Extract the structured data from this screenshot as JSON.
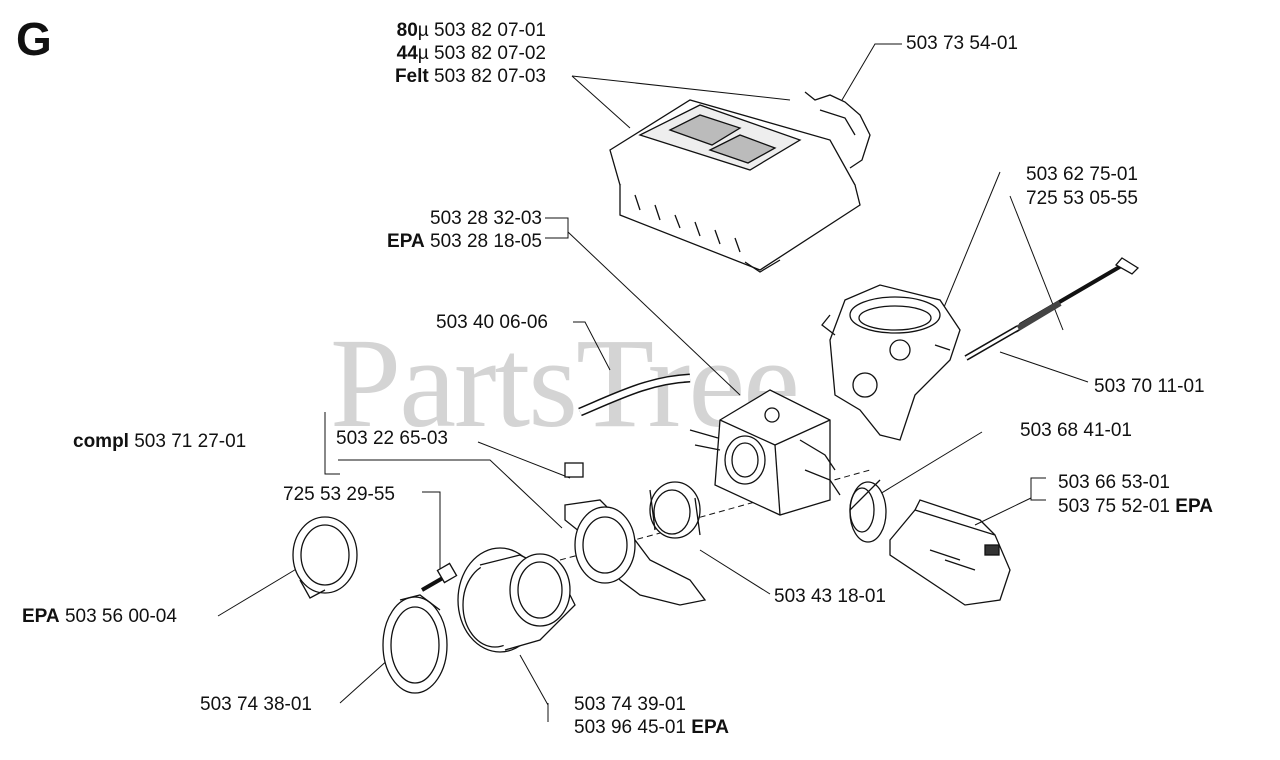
{
  "section": "G",
  "watermark": "PartsTree",
  "labels": {
    "filter_80": {
      "prefix": "80",
      "unit": "µ",
      "number": "503 82 07-01"
    },
    "filter_44": {
      "prefix": "44",
      "unit": "µ",
      "number": "503 82 07-02"
    },
    "filter_felt": {
      "prefix": "Felt",
      "number": "503 82 07-03"
    },
    "cover_spring": "503 73 54-01",
    "manifold": "503 62 75-01",
    "manifold_screw": "725 53 05-55",
    "carb_a": "503 28 32-03",
    "carb_epa": {
      "prefix": "EPA",
      "number": "503 28 18-05"
    },
    "fuel_hose": "503 40 06-06",
    "spacer_tube": "503 70 11-01",
    "gasket": "503 68 41-01",
    "clamp_compl": {
      "prefix": "compl",
      "number": "503 71 27-01"
    },
    "grommet": "503 22 65-03",
    "bracket_a": "503 66 53-01",
    "bracket_epa": {
      "number": "503 75 52-01",
      "suffix": "EPA"
    },
    "screw": "725 53 29-55",
    "clamp_epa": {
      "prefix": "EPA",
      "number": "503 56 00-04"
    },
    "ring": "503 43 18-01",
    "flange": "503 74 38-01",
    "intake_a": "503 74 39-01",
    "intake_epa": {
      "number": "503 96 45-01",
      "suffix": "EPA"
    }
  }
}
